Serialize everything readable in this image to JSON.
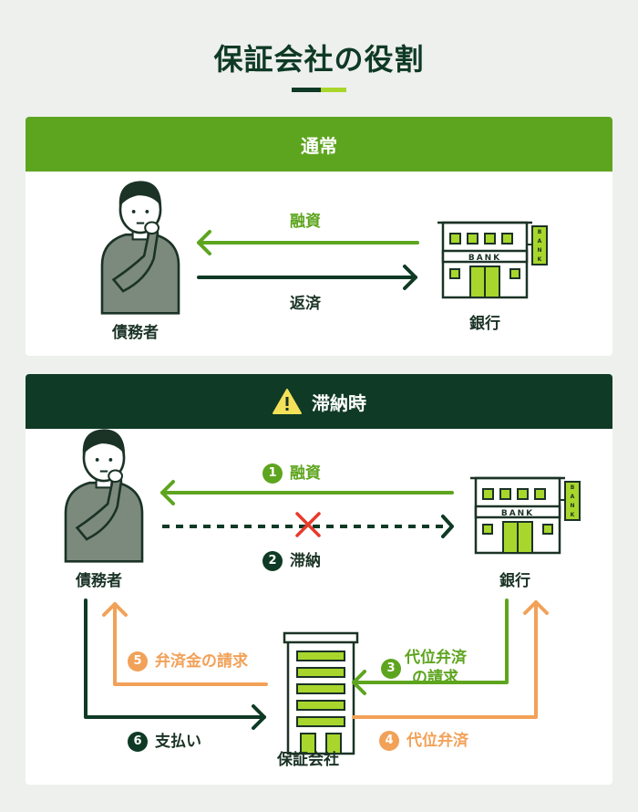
{
  "title": "保証会社の役割",
  "normal": {
    "header": "通常",
    "debtor": "債務者",
    "bank": "銀行",
    "loan": "融資",
    "repay": "返済",
    "bank_sign": "BANK"
  },
  "overdue": {
    "header": "滞納時",
    "debtor": "債務者",
    "bank": "銀行",
    "guarantor": "保証会社",
    "bank_sign": "BANK",
    "steps": [
      {
        "num": "1",
        "label": "融資"
      },
      {
        "num": "2",
        "label": "滞納"
      },
      {
        "num": "3",
        "label_line1": "代位弁済",
        "label_line2": "の請求"
      },
      {
        "num": "4",
        "label": "代位弁済"
      },
      {
        "num": "5",
        "label": "弁済金の請求"
      },
      {
        "num": "6",
        "label": "支払い"
      }
    ]
  },
  "colors": {
    "green": "#5ea51f",
    "dark": "#0f3a25",
    "orange": "#f2a158",
    "lime": "#a9d62c"
  }
}
